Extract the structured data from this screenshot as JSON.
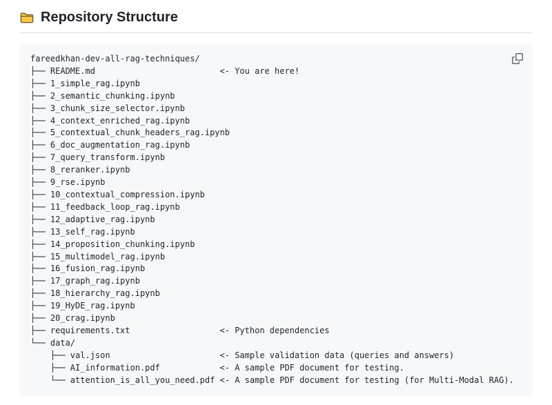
{
  "header": {
    "title": "Repository Structure",
    "icon": "folder-icon"
  },
  "code_block": {
    "copy_button_icon": "copy-icon",
    "root": "fareedkhan-dev-all-rag-techniques/",
    "lines": [
      "fareedkhan-dev-all-rag-techniques/",
      "├── README.md                         <- You are here!",
      "├── 1_simple_rag.ipynb",
      "├── 2_semantic_chunking.ipynb",
      "├── 3_chunk_size_selector.ipynb",
      "├── 4_context_enriched_rag.ipynb",
      "├── 5_contextual_chunk_headers_rag.ipynb",
      "├── 6_doc_augmentation_rag.ipynb",
      "├── 7_query_transform.ipynb",
      "├── 8_reranker.ipynb",
      "├── 9_rse.ipynb",
      "├── 10_contextual_compression.ipynb",
      "├── 11_feedback_loop_rag.ipynb",
      "├── 12_adaptive_rag.ipynb",
      "├── 13_self_rag.ipynb",
      "├── 14_proposition_chunking.ipynb",
      "├── 15_multimodel_rag.ipynb",
      "├── 16_fusion_rag.ipynb",
      "├── 17_graph_rag.ipynb",
      "├── 18_hierarchy_rag.ipynb",
      "├── 19_HyDE_rag.ipynb",
      "├── 20_crag.ipynb",
      "├── requirements.txt                  <- Python dependencies",
      "└── data/",
      "    ├── val.json                      <- Sample validation data (queries and answers)",
      "    ├── AI_information.pdf            <- A sample PDF document for testing.",
      "    └── attention_is_all_you_need.pdf <- A sample PDF document for testing (for Multi-Modal RAG)."
    ]
  },
  "colors": {
    "code_background": "#f6f8fa",
    "heading_border": "#d8dee4",
    "text": "#1f2328",
    "icon_gray": "#636c76",
    "folder_fill": "#f7c948",
    "folder_outline": "#5c4a1f"
  }
}
